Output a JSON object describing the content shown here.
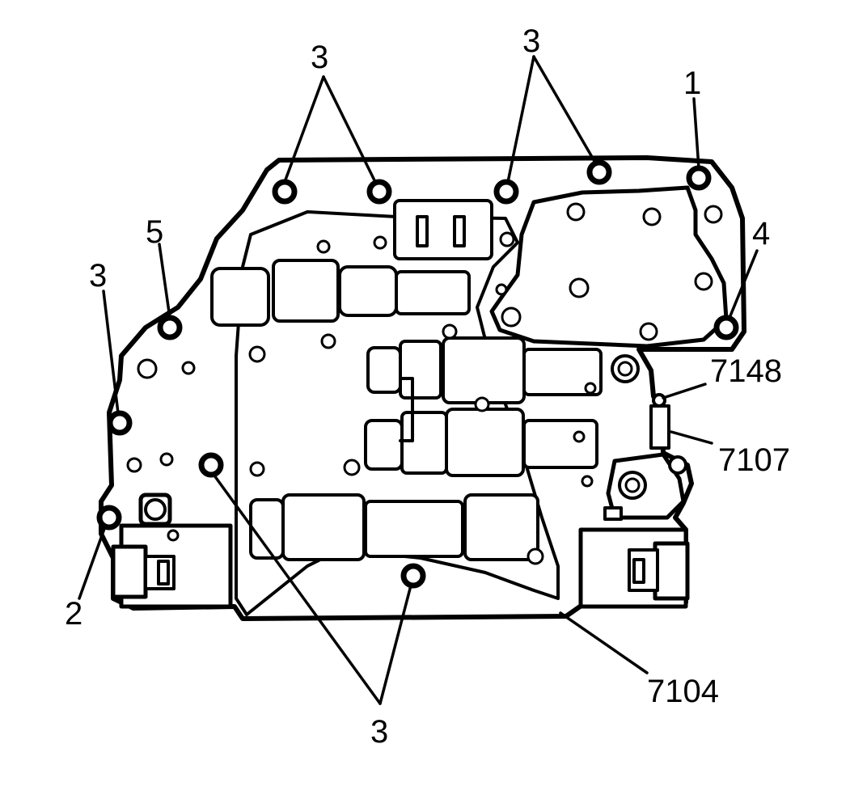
{
  "diagram": {
    "colors": {
      "ink": "#000000",
      "paper": "#ffffff"
    },
    "callouts": {
      "top_left_3": "3",
      "top_right_3": "3",
      "label_1": "1",
      "label_5": "5",
      "left_3": "3",
      "label_4": "4",
      "label_7148": "7148",
      "label_7107": "7107",
      "label_2": "2",
      "label_7104": "7104",
      "bottom_3": "3"
    }
  }
}
